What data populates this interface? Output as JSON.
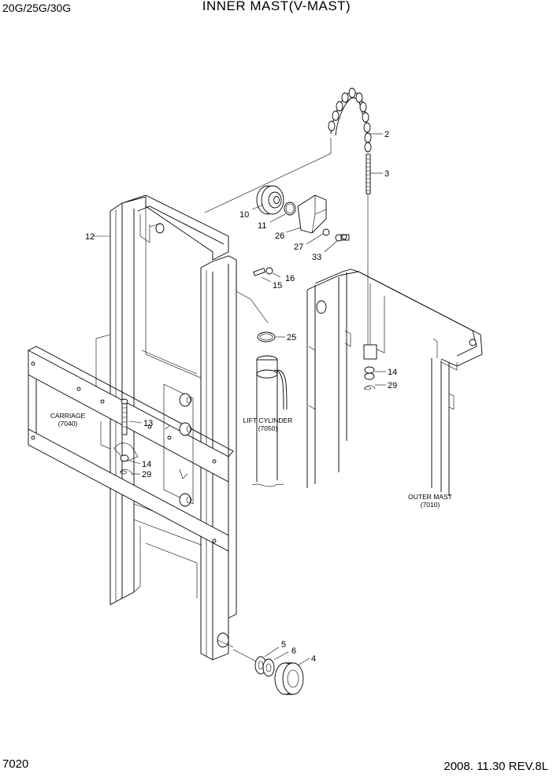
{
  "header": {
    "model": "20G/25G/30G",
    "title": "INNER MAST(V-MAST)"
  },
  "footer": {
    "page_number": "7020",
    "revision": "2008. 11.30  REV.8L"
  },
  "assemblies": {
    "carriage": {
      "name": "CARRIAGE",
      "ref": "(7040)"
    },
    "lift_cylinder": {
      "name": "LIFT CYLINDER",
      "ref": "(7050)"
    },
    "outer_mast": {
      "name": "OUTER MAST",
      "ref": "(7010)"
    }
  },
  "callouts": [
    "2",
    "3",
    "12",
    "10",
    "11",
    "26",
    "27",
    "33",
    "16",
    "15",
    "25",
    "14",
    "29",
    "13",
    "14",
    "29",
    "5",
    "6",
    "4"
  ]
}
